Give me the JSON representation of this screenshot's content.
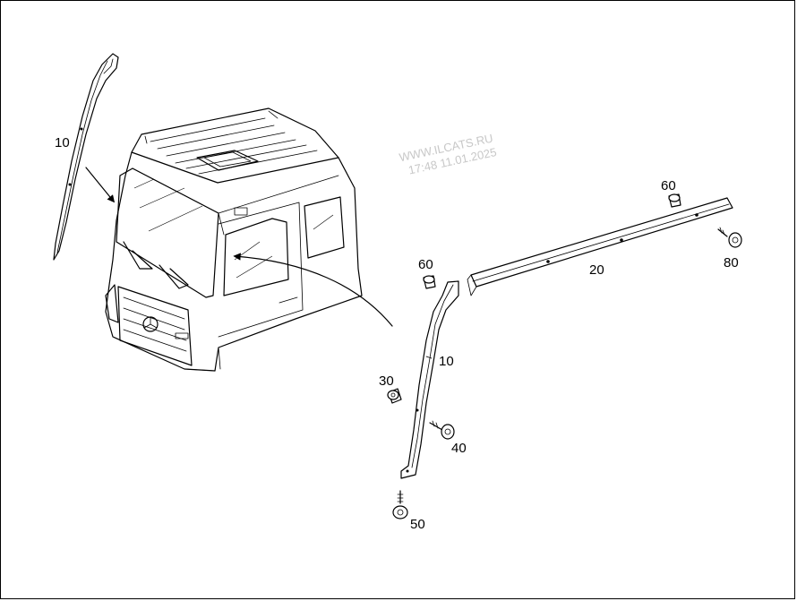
{
  "watermark": {
    "line1": "WWW.ILCATS.RU",
    "line2": "17:48 11.01.2025"
  },
  "callouts": {
    "left_pillar": "10",
    "pillar_trim": "10",
    "rail": "20",
    "clip_left": "60",
    "clip_right": "60",
    "screw_right": "80",
    "nut": "30",
    "screw_mid": "40",
    "screw_bottom": "50"
  }
}
